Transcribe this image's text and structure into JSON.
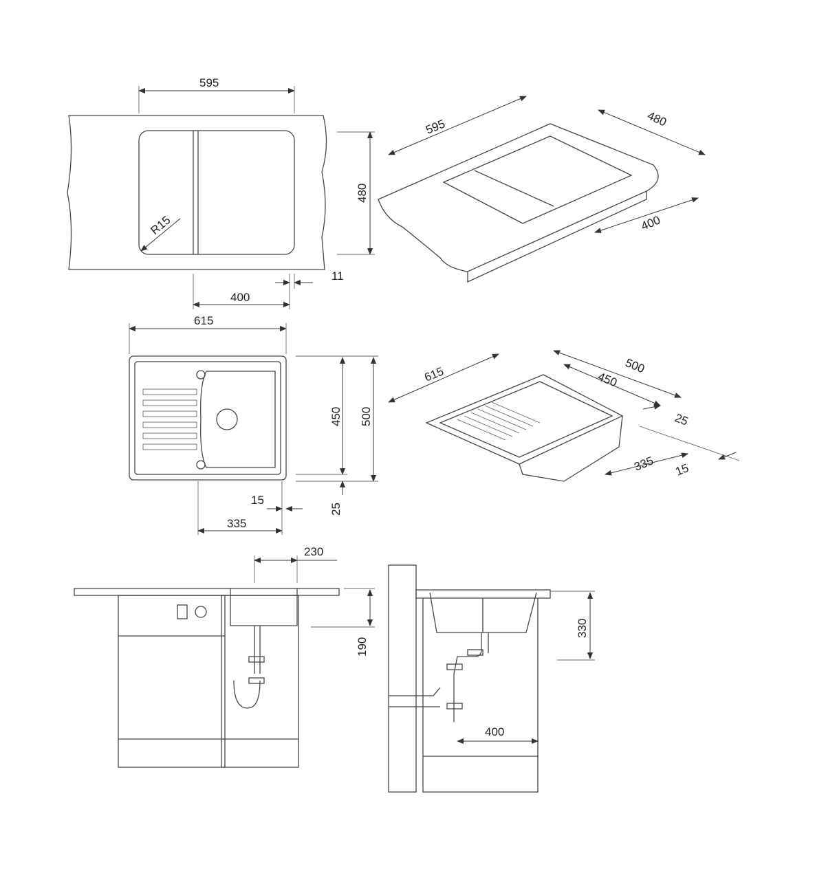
{
  "top_view_1": {
    "width": "595",
    "depth": "480",
    "radius": "R15",
    "offset": "11",
    "bowl_width": "400"
  },
  "iso_view_1": {
    "width": "595",
    "depth": "480",
    "bowl_width": "400"
  },
  "top_view_2": {
    "width": "615",
    "inner_depth": "450",
    "depth": "500",
    "offset_small": "15",
    "offset_front": "25",
    "bowl_width": "335"
  },
  "iso_view_2": {
    "width": "615",
    "depth": "500",
    "inner_depth": "450",
    "offset_front": "25",
    "bowl_width": "335",
    "offset_small": "15"
  },
  "side_view_1": {
    "bowl_offset": "230",
    "bowl_depth": "190"
  },
  "side_view_2": {
    "height": "330",
    "drain_offset": "400"
  }
}
